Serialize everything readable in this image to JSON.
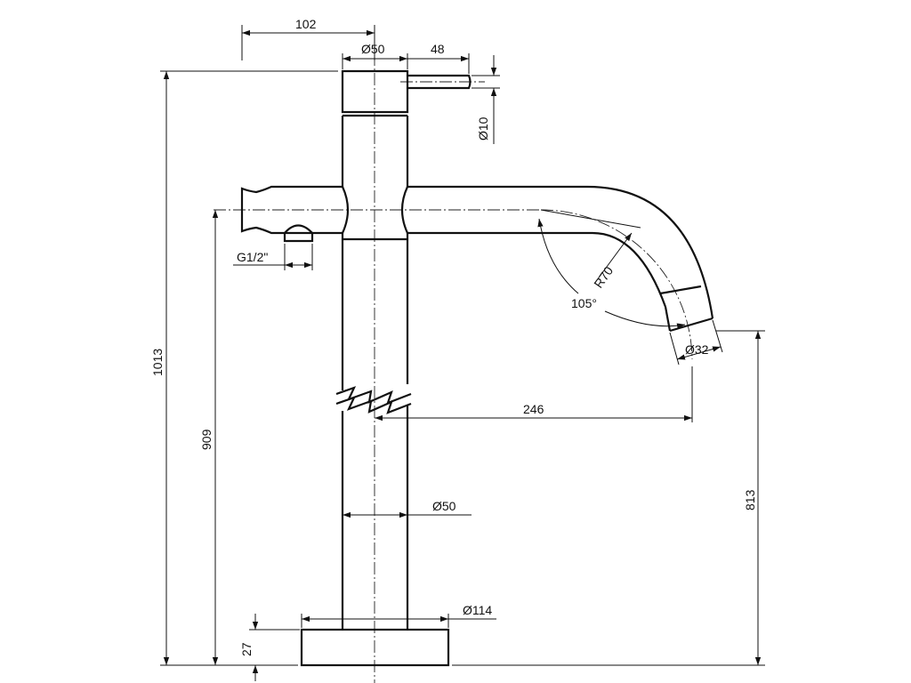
{
  "drawing": {
    "type": "technical-drawing",
    "subject": "tall mixer tap with side lever",
    "line_color": "#111111",
    "background": "#ffffff"
  },
  "dimensions": {
    "lever_offset": "102",
    "body_diameter_top": "Ø50",
    "lever_length": "48",
    "lever_diameter": "Ø10",
    "total_height": "1013",
    "spout_height": "909",
    "inlet_thread": "G1/2\"",
    "bend_radius": "R70",
    "bend_angle": "105°",
    "outlet_diameter": "Ø32",
    "spout_reach": "246",
    "outlet_height": "813",
    "body_diameter_bottom": "Ø50",
    "base_diameter": "Ø114",
    "base_height": "27"
  }
}
